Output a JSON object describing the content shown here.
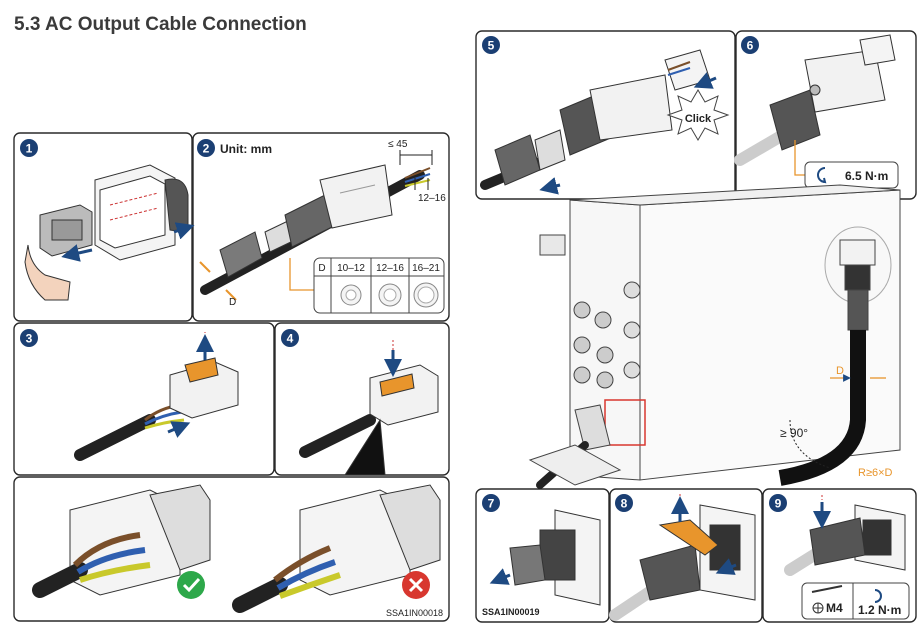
{
  "section_title": "5.3 AC Output Cable Connection",
  "steps": [
    "1",
    "2",
    "3",
    "4",
    "5",
    "6",
    "7",
    "8",
    "9"
  ],
  "step2": {
    "unit": "Unit: mm",
    "strip_length": "≤ 45",
    "core_strip": "12–16",
    "dim_label": "D",
    "table_header": "D",
    "ranges": [
      "10–12",
      "12–16",
      "16–21"
    ]
  },
  "step5": {
    "click_label": "Click"
  },
  "step6": {
    "torque": "6.5 N·m"
  },
  "step9": {
    "screw": "M4",
    "torque": "1.2 N·m"
  },
  "inverter": {
    "angle": "≥ 90°",
    "diameter": "D",
    "bend_radius": "R≥6×D"
  },
  "codes": {
    "left": "SSA1IN00018",
    "right": "SSA1IN00019"
  },
  "colors": {
    "step_badge": "#1b3f73",
    "arrow": "#1e4a82",
    "accent": "#e8952c",
    "ok": "#2da84a",
    "bad": "#d8372f"
  }
}
